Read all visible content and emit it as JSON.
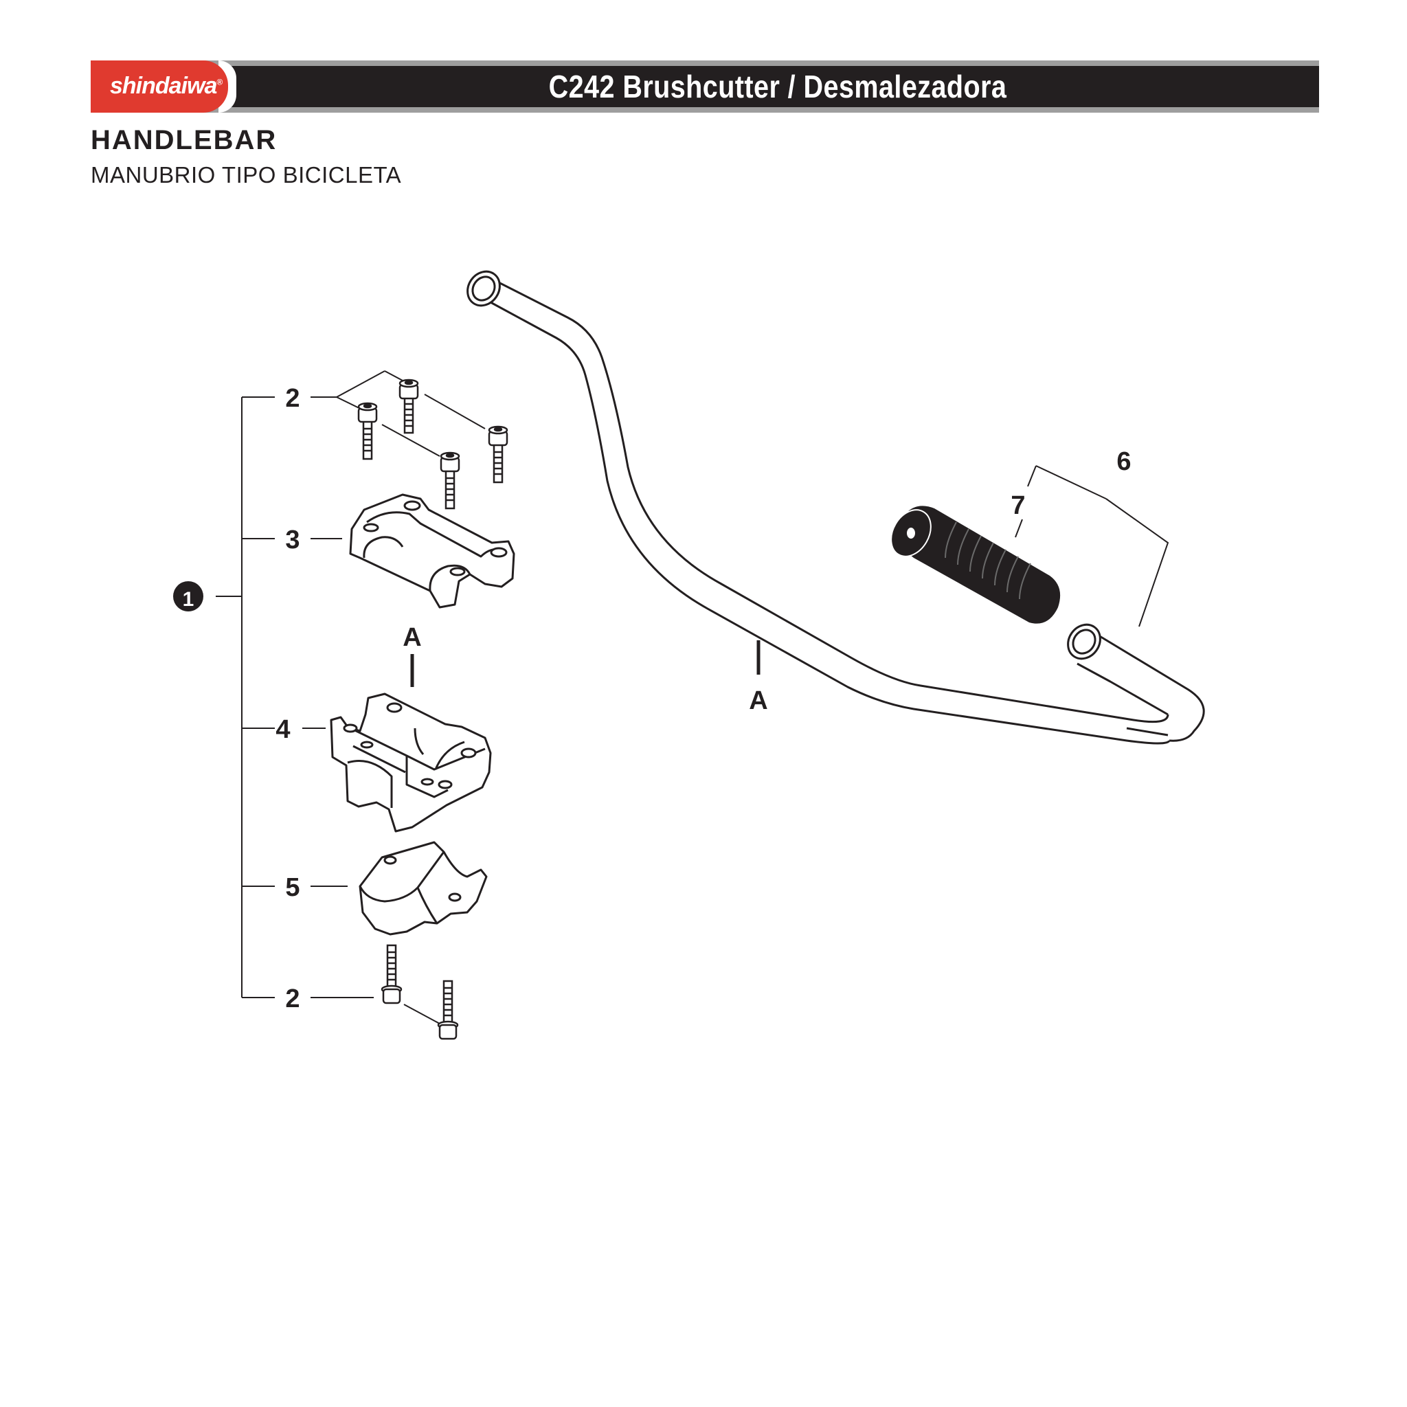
{
  "header": {
    "brand": "shindaiwa",
    "brand_mark": "®",
    "title": "C242 Brushcutter / Desmalezadora",
    "accent_color": "#e03a2f",
    "bar_color": "#231f20"
  },
  "section": {
    "title": "HANDLEBAR",
    "subtitle": "MANUBRIO TIPO BICICLETA"
  },
  "callouts": {
    "c1": "1",
    "c2_top": "2",
    "c3": "3",
    "c4": "4",
    "c5": "5",
    "c2_bottom": "2",
    "c6": "6",
    "c7": "7",
    "a_left": "A",
    "a_right": "A"
  }
}
